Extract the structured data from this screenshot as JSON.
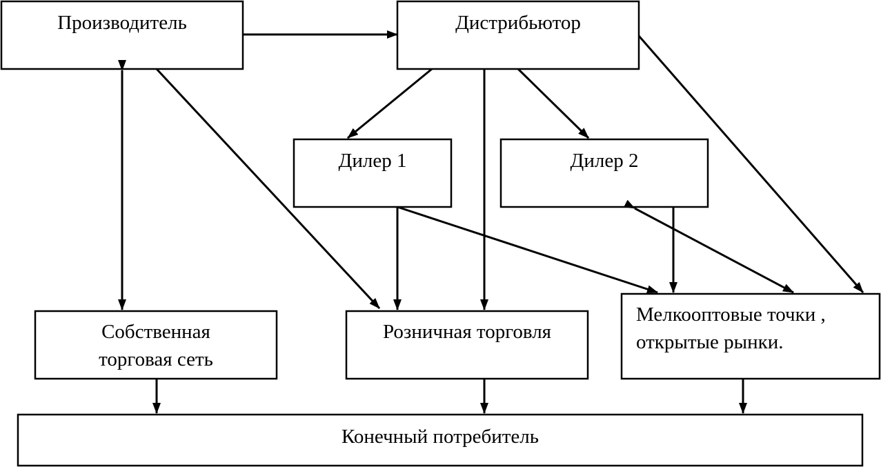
{
  "diagram": {
    "nodes": {
      "producer": "Производитель",
      "distributor": "Дистрибьютор",
      "dealer1": "Дилер 1",
      "dealer2": "Дилер 2",
      "own_network": [
        "Собственная",
        "торговая сеть"
      ],
      "retail": "Розничная торговля",
      "small_wholesale": [
        "Мелкооптовые точки ,",
        "открытые рынки."
      ],
      "end_consumer": "Конечный потребитель"
    },
    "edges": [
      {
        "from": "producer",
        "to": "distributor",
        "direction": "forward"
      },
      {
        "from": "producer",
        "to": "own_network",
        "direction": "both"
      },
      {
        "from": "producer",
        "to": "retail",
        "direction": "forward"
      },
      {
        "from": "distributor",
        "to": "dealer1",
        "direction": "forward"
      },
      {
        "from": "distributor",
        "to": "dealer2",
        "direction": "forward"
      },
      {
        "from": "distributor",
        "to": "retail",
        "direction": "forward"
      },
      {
        "from": "distributor",
        "to": "small_wholesale",
        "direction": "forward"
      },
      {
        "from": "dealer1",
        "to": "retail",
        "direction": "forward"
      },
      {
        "from": "dealer1",
        "to": "small_wholesale",
        "direction": "forward"
      },
      {
        "from": "dealer2",
        "to": "small_wholesale",
        "direction": "both"
      },
      {
        "from": "own_network",
        "to": "end_consumer",
        "direction": "forward"
      },
      {
        "from": "retail",
        "to": "end_consumer",
        "direction": "forward"
      },
      {
        "from": "small_wholesale",
        "to": "end_consumer",
        "direction": "forward"
      }
    ],
    "colors": {
      "stroke": "#000000",
      "background": "#ffffff"
    }
  }
}
